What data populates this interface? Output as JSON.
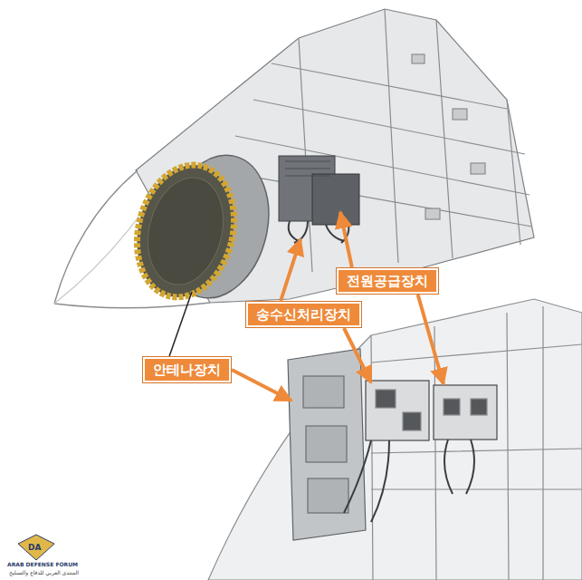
{
  "diagram": {
    "nodes": [
      {
        "text": [
          "전원공급장치"
        ]
      },
      {
        "text": [
          "송수신처리장치"
        ]
      },
      {
        "text": [
          "안테나장치"
        ]
      }
    ],
    "labels": [
      "DA",
      "ARAB DEFENSE FORUM",
      "المنتدى العربي للدفاع والتسليح"
    ]
  }
}
